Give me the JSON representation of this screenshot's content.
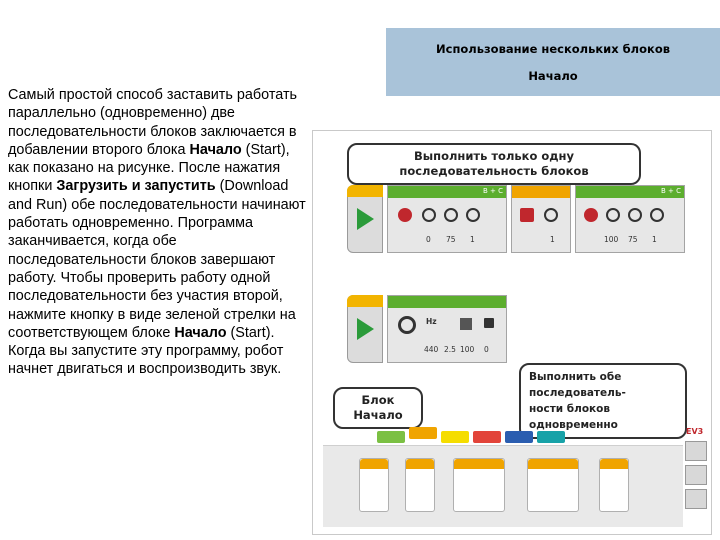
{
  "banner": {
    "title_line1": "Использование нескольких блоков",
    "title_line2": "Начало"
  },
  "body": {
    "p1": "Самый простой способ заставить работать параллельно (одновременно) две последовательности блоков заключается в добавлении второго блока ",
    "b1": "Начало",
    "p2": " (Start), как показано на рисунке. После нажатия кнопки ",
    "b2": "Загрузить и запустить",
    "p3": " (Download and Run) обе последовательности начинают работать одновременно. Программа заканчивается, когда обе последовательности блоков завершают работу. Чтобы проверить работу одной последовательности без участия второй, нажмите кнопку в виде зеленой стрелки на соответствующем блоке ",
    "b3": "Начало",
    "p4": " (Start). Когда вы запустите эту программу, робот начнет двигаться и воспроизводить звук."
  },
  "figure": {
    "callout_top": "Выполнить только одну последовательность блоков",
    "callout_right_line1": "Выполнить обе последователь-",
    "callout_right_line2": "ности блоков одновременно",
    "callout_left": "Блок Начало",
    "row1": {
      "port_a": "B + C",
      "port_b": "B + C",
      "values_a": [
        "0",
        "75",
        "1"
      ],
      "value_wait": "1",
      "values_b": [
        "100",
        "75",
        "1"
      ]
    },
    "row2": {
      "hz_label": "Hz",
      "values": [
        "440",
        "2.5",
        "100",
        "0"
      ]
    },
    "side_label": "EV3",
    "colors": {
      "start_green": "#2b9b3a",
      "action_green": "#5cae2e",
      "flow_orange": "#f0a400",
      "banner_blue": "#a9c3d9"
    }
  }
}
